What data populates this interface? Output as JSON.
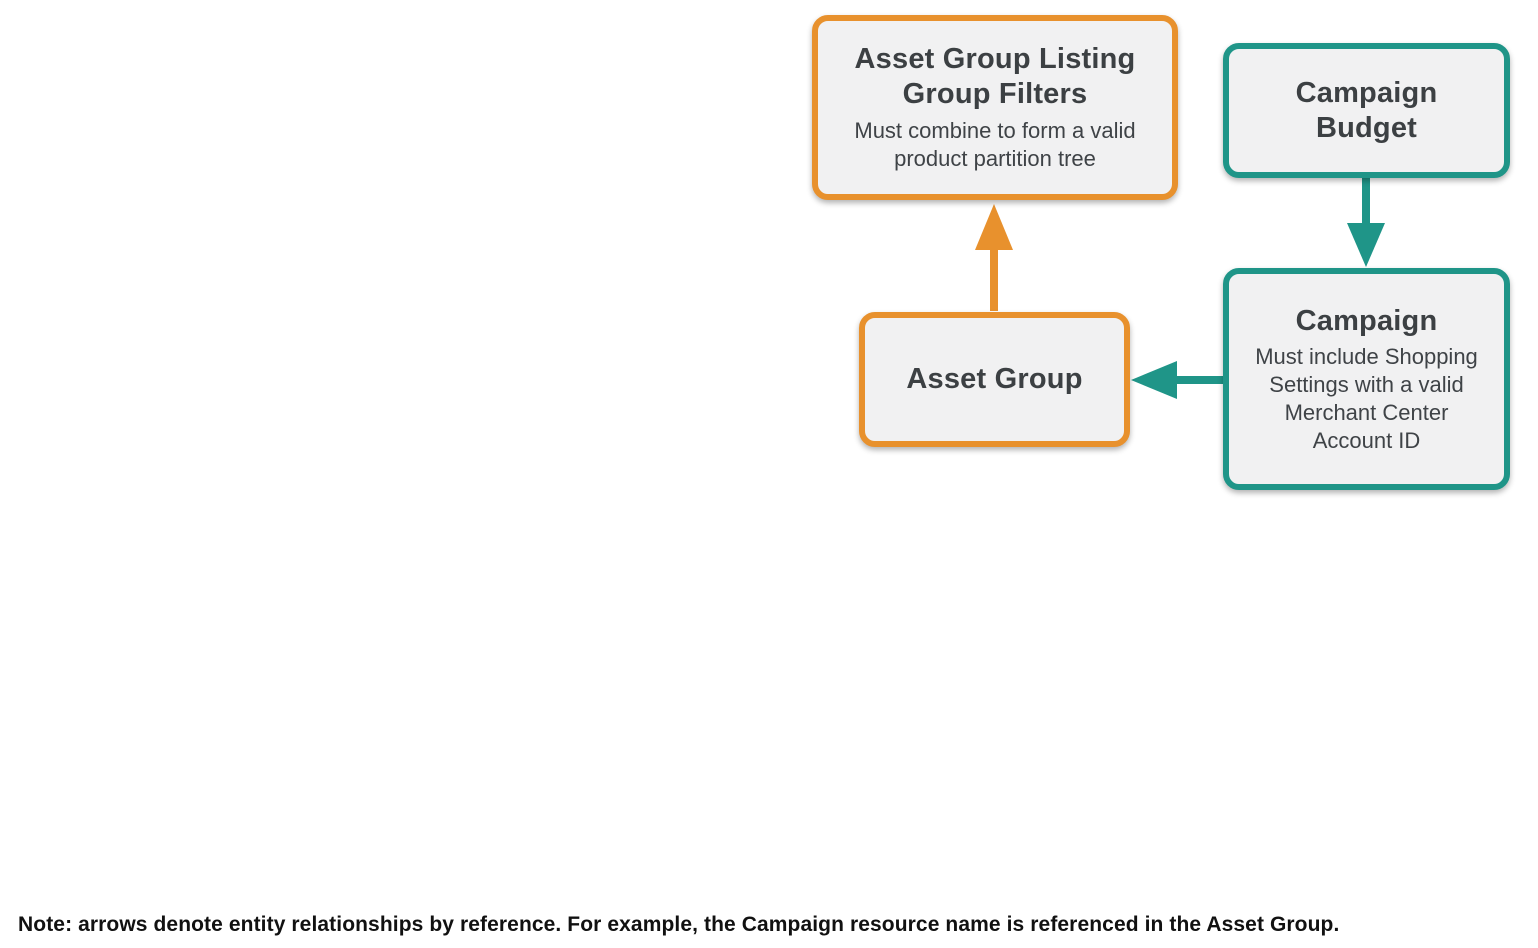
{
  "colors": {
    "orange": "#E8912D",
    "teal": "#1F9588",
    "box_bg": "#F1F1F2",
    "title_text": "#3C4043",
    "body_text": "#3F4347",
    "note_text": "#111111"
  },
  "diagram": {
    "nodes": {
      "asset_group_listing_group_filters": {
        "title": "Asset Group Listing Group Filters",
        "subtitle": "Must combine to form a valid product partition tree",
        "accent": "orange"
      },
      "campaign_budget": {
        "title": "Campaign Budget",
        "subtitle": "",
        "accent": "teal"
      },
      "campaign": {
        "title": "Campaign",
        "subtitle": "Must include Shopping Settings with a valid Merchant Center Account ID",
        "accent": "teal"
      },
      "asset_group": {
        "title": "Asset Group",
        "subtitle": "",
        "accent": "orange"
      }
    },
    "edges": [
      {
        "from": "asset_group",
        "to": "asset_group_listing_group_filters",
        "color": "orange",
        "direction": "up"
      },
      {
        "from": "campaign_budget",
        "to": "campaign",
        "color": "teal",
        "direction": "down"
      },
      {
        "from": "campaign",
        "to": "asset_group",
        "color": "teal",
        "direction": "left"
      }
    ]
  },
  "note": {
    "text": "Note: arrows denote entity relationships by reference. For example, the Campaign resource name is referenced in the Asset Group."
  }
}
